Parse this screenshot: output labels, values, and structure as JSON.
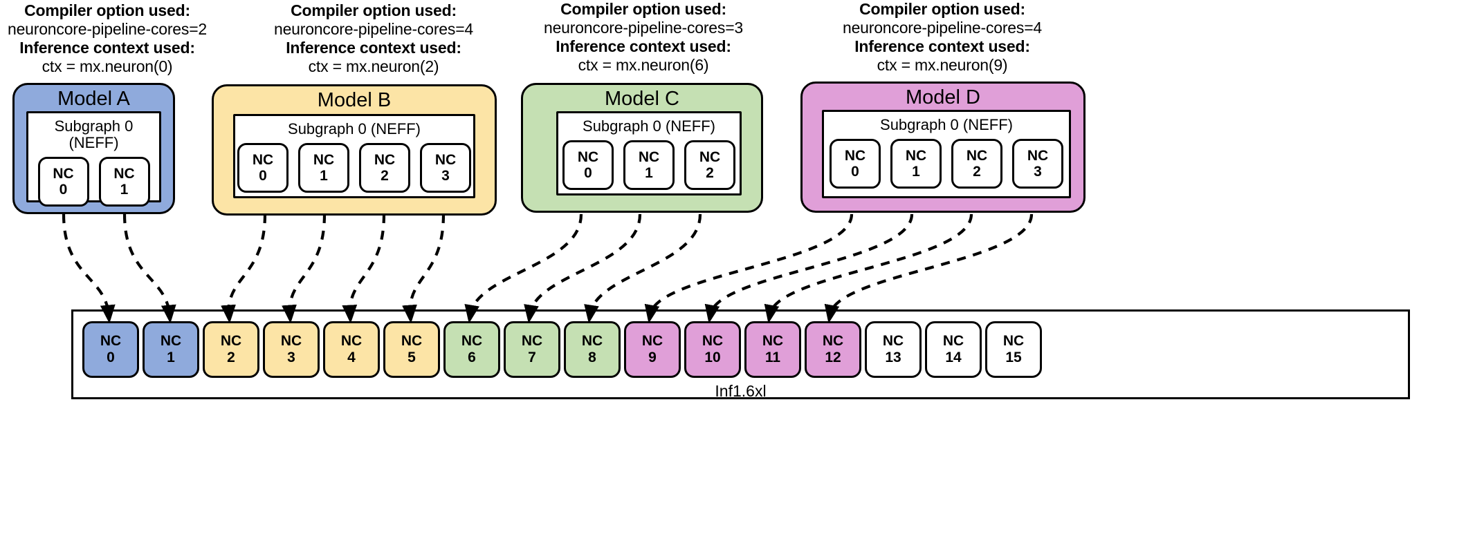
{
  "models": [
    {
      "id": "model-a",
      "compiler_heading": "Compiler option used:",
      "compiler_option": "neuroncore-pipeline-cores=2",
      "context_heading": "Inference context used:",
      "context_value": "ctx = mx.neuron(0)",
      "title": "Model A",
      "subgraph_label": "Subgraph 0 (NEFF)",
      "color": "#8FAADC",
      "cores": [
        {
          "top": "NC",
          "num": "0"
        },
        {
          "top": "NC",
          "num": "1"
        }
      ]
    },
    {
      "id": "model-b",
      "compiler_heading": "Compiler option used:",
      "compiler_option": "neuroncore-pipeline-cores=4",
      "context_heading": "Inference context used:",
      "context_value": "ctx = mx.neuron(2)",
      "title": "Model B",
      "subgraph_label": "Subgraph 0 (NEFF)",
      "color": "#FCE4A6",
      "cores": [
        {
          "top": "NC",
          "num": "0"
        },
        {
          "top": "NC",
          "num": "1"
        },
        {
          "top": "NC",
          "num": "2"
        },
        {
          "top": "NC",
          "num": "3"
        }
      ]
    },
    {
      "id": "model-c",
      "compiler_heading": "Compiler option used:",
      "compiler_option": "neuroncore-pipeline-cores=3",
      "context_heading": "Inference context used:",
      "context_value": "ctx = mx.neuron(6)",
      "title": "Model C",
      "subgraph_label": "Subgraph 0 (NEFF)",
      "color": "#C5E0B3",
      "cores": [
        {
          "top": "NC",
          "num": "0"
        },
        {
          "top": "NC",
          "num": "1"
        },
        {
          "top": "NC",
          "num": "2"
        }
      ]
    },
    {
      "id": "model-d",
      "compiler_heading": "Compiler option used:",
      "compiler_option": "neuroncore-pipeline-cores=4",
      "context_heading": "Inference context used:",
      "context_value": "ctx = mx.neuron(9)",
      "title": "Model D",
      "subgraph_label": "Subgraph 0 (NEFF)",
      "color": "#E09FD8",
      "cores": [
        {
          "top": "NC",
          "num": "0"
        },
        {
          "top": "NC",
          "num": "1"
        },
        {
          "top": "NC",
          "num": "2"
        },
        {
          "top": "NC",
          "num": "3"
        }
      ]
    }
  ],
  "device": {
    "label": "Inf1.6xl",
    "cores": [
      {
        "top": "NC",
        "num": "0",
        "color": "#8FAADC",
        "assigned_to": "Model A"
      },
      {
        "top": "NC",
        "num": "1",
        "color": "#8FAADC",
        "assigned_to": "Model A"
      },
      {
        "top": "NC",
        "num": "2",
        "color": "#FCE4A6",
        "assigned_to": "Model B"
      },
      {
        "top": "NC",
        "num": "3",
        "color": "#FCE4A6",
        "assigned_to": "Model B"
      },
      {
        "top": "NC",
        "num": "4",
        "color": "#FCE4A6",
        "assigned_to": "Model B"
      },
      {
        "top": "NC",
        "num": "5",
        "color": "#FCE4A6",
        "assigned_to": "Model B"
      },
      {
        "top": "NC",
        "num": "6",
        "color": "#C5E0B3",
        "assigned_to": "Model C"
      },
      {
        "top": "NC",
        "num": "7",
        "color": "#C5E0B3",
        "assigned_to": "Model C"
      },
      {
        "top": "NC",
        "num": "8",
        "color": "#C5E0B3",
        "assigned_to": "Model C"
      },
      {
        "top": "NC",
        "num": "9",
        "color": "#E09FD8",
        "assigned_to": "Model D"
      },
      {
        "top": "NC",
        "num": "10",
        "color": "#E09FD8",
        "assigned_to": "Model D"
      },
      {
        "top": "NC",
        "num": "11",
        "color": "#E09FD8",
        "assigned_to": "Model D"
      },
      {
        "top": "NC",
        "num": "12",
        "color": "#E09FD8",
        "assigned_to": "Model D"
      },
      {
        "top": "NC",
        "num": "13",
        "color": "#FFFFFF",
        "assigned_to": ""
      },
      {
        "top": "NC",
        "num": "14",
        "color": "#FFFFFF",
        "assigned_to": ""
      },
      {
        "top": "NC",
        "num": "15",
        "color": "#FFFFFF",
        "assigned_to": ""
      }
    ]
  }
}
